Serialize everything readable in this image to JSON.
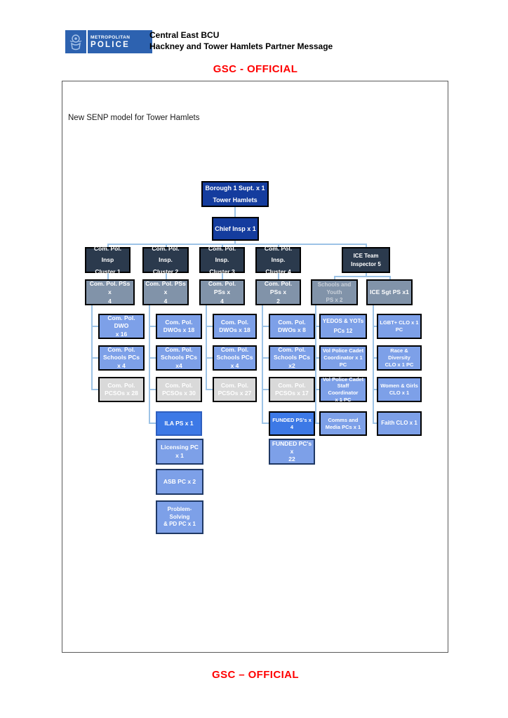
{
  "header": {
    "logo": {
      "line1": "METROPOLITAN",
      "line2": "POLICE"
    },
    "title_line1": "Central East BCU",
    "title_line2": "Hackney and Tower Hamlets Partner Message",
    "classification_top": "GSC - OFFICIAL",
    "classification_bottom": "GSC – OFFICIAL"
  },
  "document": {
    "heading": "New SENP model for Tower Hamlets"
  },
  "chart": {
    "type": "org-chart",
    "nodes": {
      "borough": "Borough 1 Supt. x 1\nTower Hamlets",
      "chief": "Chief Insp x 1",
      "cluster1": "Com. Pol. Insp\nCluster 1",
      "cluster2": "Com. Pol. Insp.\nCluster 2",
      "cluster3": "Com. Pol. Insp.\nCluster 3",
      "cluster4": "Com. Pol. Insp.\nCluster 4",
      "ice_team": "ICE Team\nInspector 5",
      "ps_c1": "Com. Pol. PSs x\n4",
      "ps_c2": "Com. Pol. PSs x\n4",
      "ps_c3": "Com. Pol. PSs x\n4",
      "ps_c4": "Com. Pol. PSs x\n2",
      "schools_youth_ps": "Schools and Youth\nPS x 2",
      "ice_sgt_ps": "ICE Sgt PS x1",
      "dwo_c1": "Com. Pol. DWO\nx 16",
      "dwo_c2": "Com. Pol.\nDWOs x 18",
      "dwo_c3": "Com. Pol.\nDWOs x 18",
      "dwo_c4": "Com. Pol.\nDWOs x 8",
      "yedos_yots": "YEDOS & YOTs\nPCs 12",
      "lgbt_clo": "LGBT+ CLO x 1 PC",
      "schools_c1": "Com. Pol.\nSchools PCs x 4",
      "schools_c2": "Com. Pol.\nSchools PCs x4",
      "schools_c3": "Com. Pol.\nSchools PCs x 4",
      "schools_c4": "Com. Pol.\nSchools PCs x2",
      "cadet_coordinator": "Vol Police Cadet\nCoordinator x 1\nPC",
      "race_diversity_clo": "Race & Diversity\nCLO x 1 PC",
      "pcso_c1": "Com. Pol.\nPCSOs x 28",
      "pcso_c2": "Com. Pol.\nPCSOs x 30",
      "pcso_c3": "Com. Pol.\nPCSOs x 27",
      "pcso_c4": "Com. Pol.\nPCSOs x 17",
      "cadet_staff_coordinator": "Vol Police Cadet\nStaff Coordinator\nx 1 PC",
      "women_girls_clo": "Women & Girls\nCLO x 1",
      "ila_ps": "ILA PS x 1",
      "funded_ps": "FUNDED PS's x 4",
      "comms_media": "Comms and\nMedia PCs x 1",
      "faith_clo": "Faith CLO x 1",
      "licensing_pc": "Licensing PC x 1",
      "funded_pc": "FUNDED PC's x\n22",
      "asb_pc": "ASB PC x 2",
      "problem_solving": "Problem-Solving\n& PD PC x 1"
    },
    "colors": {
      "royal_blue": "#143c9e",
      "dark_navy": "#2b3a4d",
      "gray_blue": "#8193a9",
      "cornflower": "#7da0e8",
      "light_gray": "#d9d9d9",
      "bright_blue": "#3d79e6",
      "connector": "#9dc3e6",
      "classification_red": "#ff0000",
      "logo_blue": "#2d62b0"
    }
  }
}
